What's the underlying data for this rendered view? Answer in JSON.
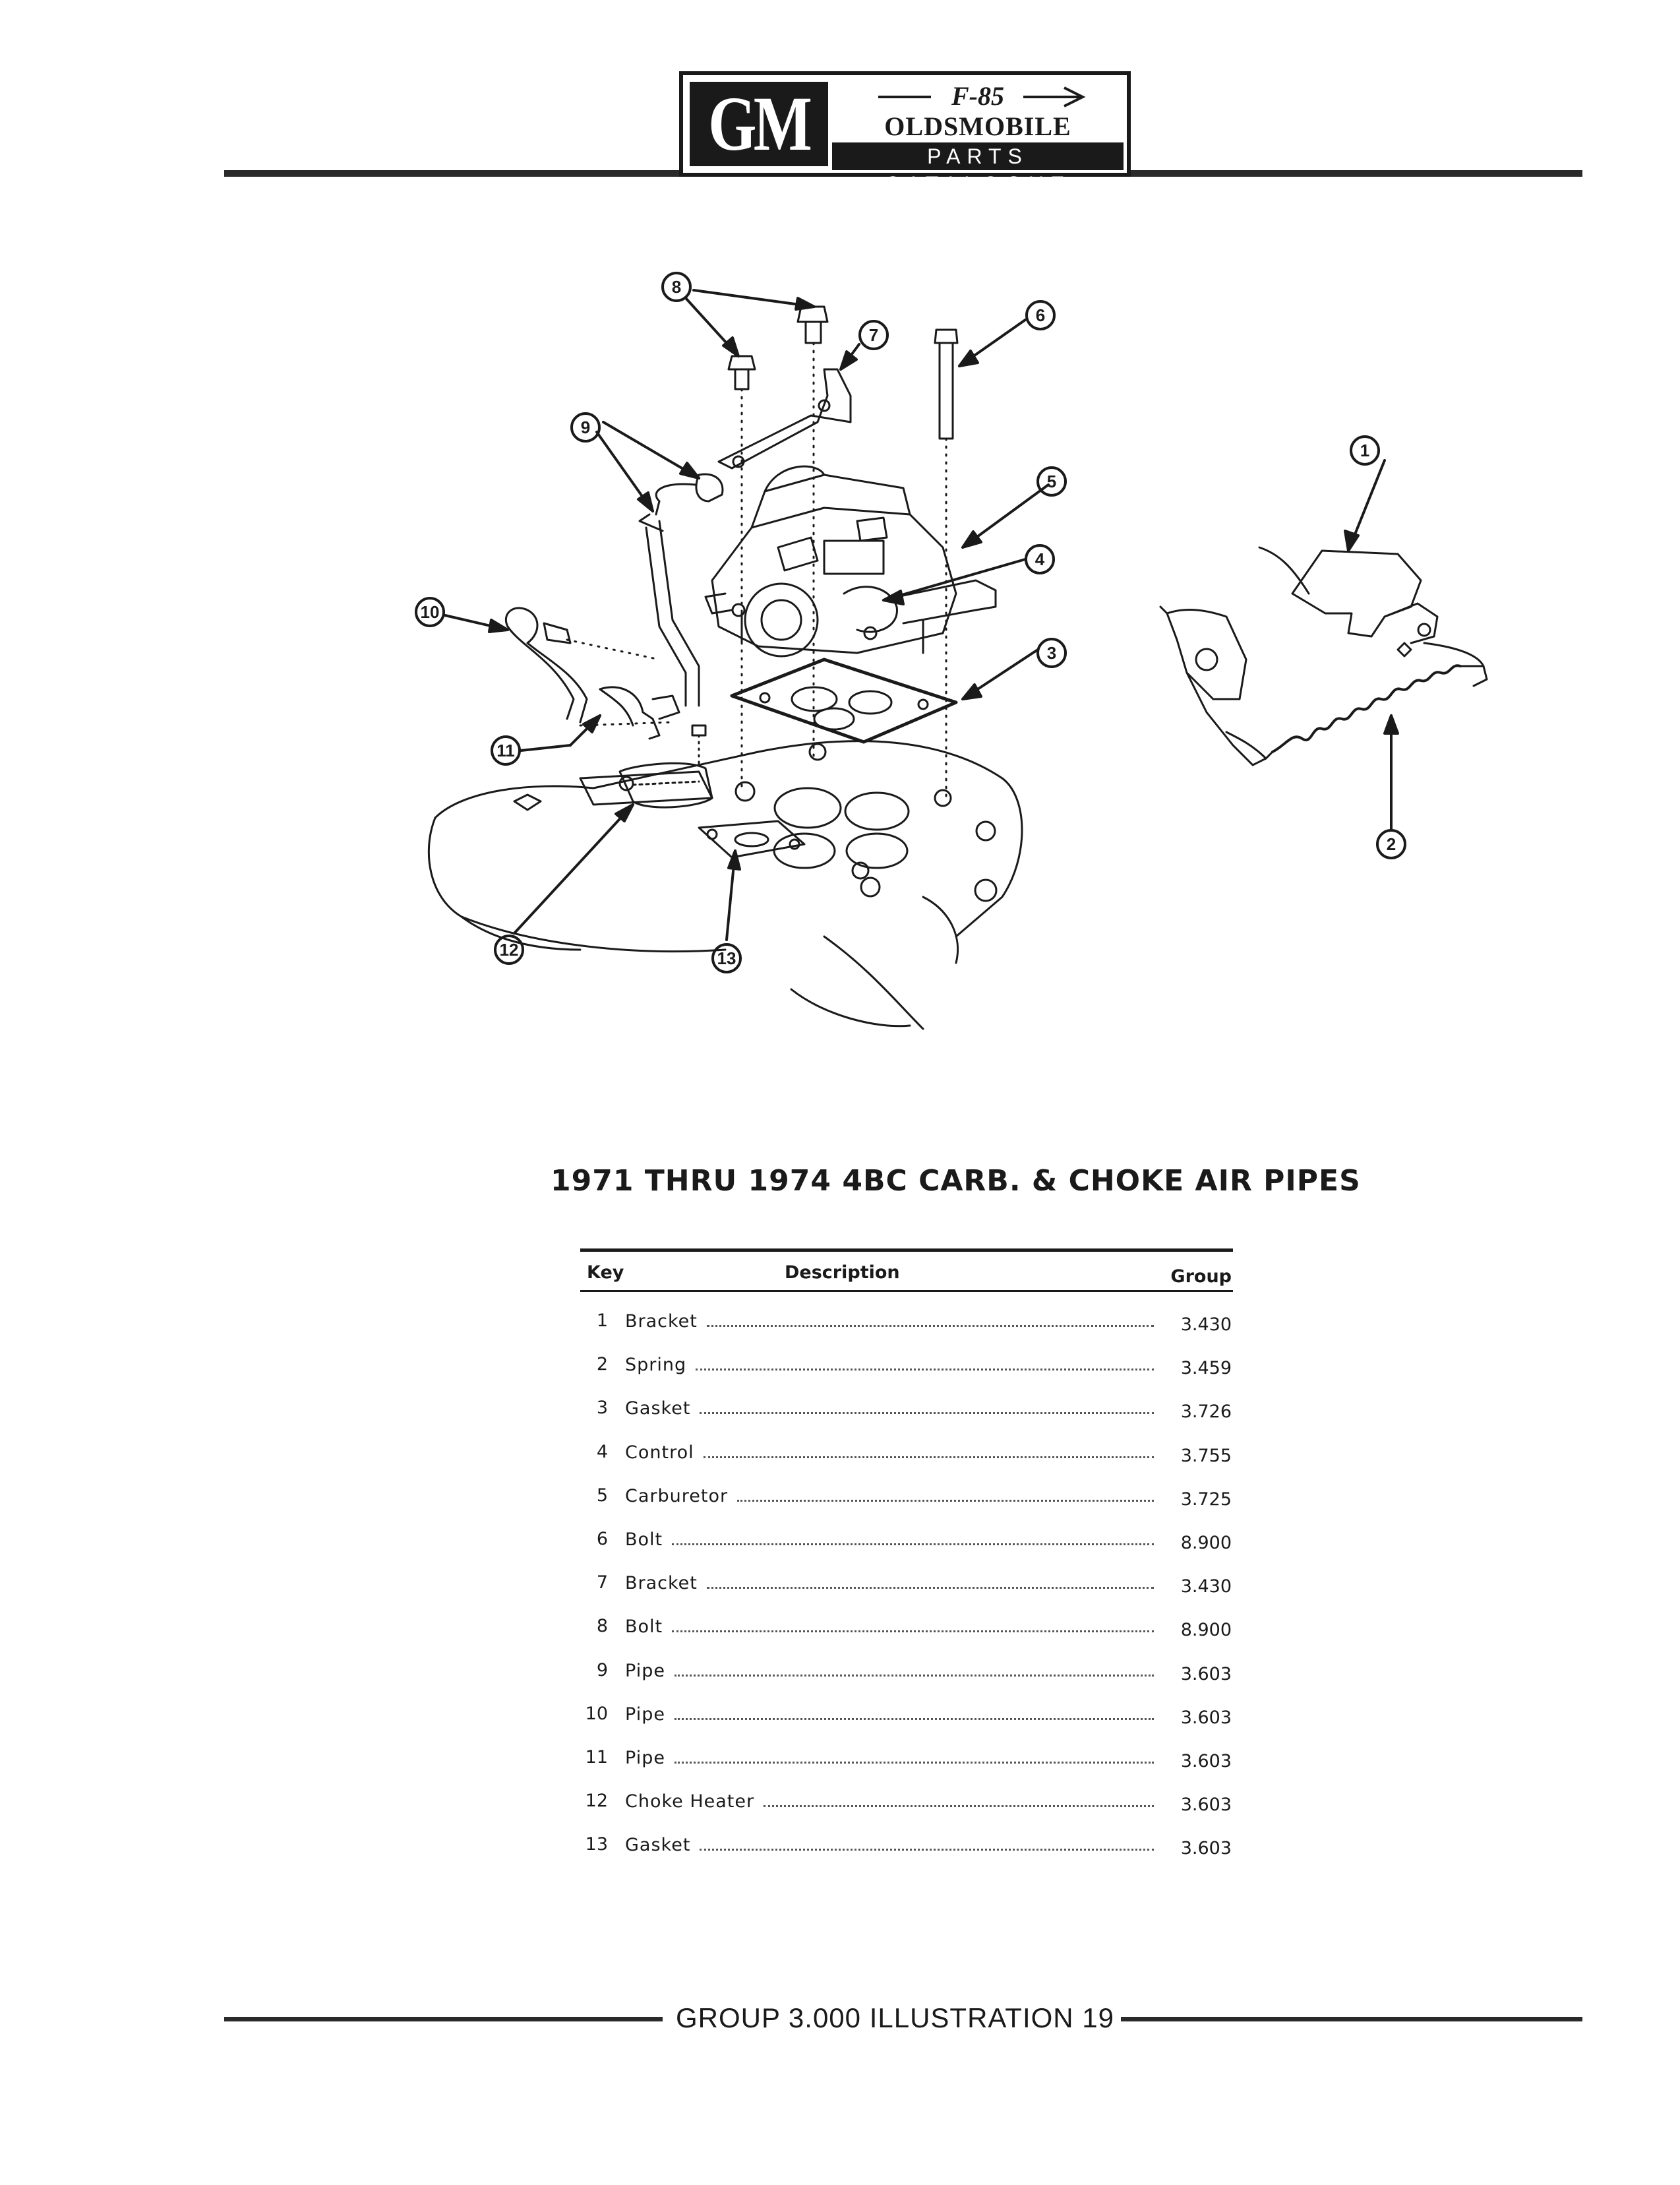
{
  "header": {
    "logo_mark": "GM",
    "model": "F-85",
    "brand": "OLDSMOBILE",
    "subtitle": "PARTS CATALOGUE"
  },
  "illustration": {
    "callouts": [
      "1",
      "2",
      "3",
      "4",
      "5",
      "6",
      "7",
      "8",
      "9",
      "10",
      "11",
      "12",
      "13"
    ]
  },
  "title": "1971 THRU 1974 4BC CARB. & CHOKE AIR PIPES",
  "table": {
    "headers": {
      "key": "Key",
      "description": "Description",
      "group": "Group"
    },
    "rows": [
      {
        "key": "1",
        "description": "Bracket",
        "group": "3.430"
      },
      {
        "key": "2",
        "description": "Spring",
        "group": "3.459"
      },
      {
        "key": "3",
        "description": "Gasket",
        "group": "3.726"
      },
      {
        "key": "4",
        "description": "Control",
        "group": "3.755"
      },
      {
        "key": "5",
        "description": "Carburetor",
        "group": "3.725"
      },
      {
        "key": "6",
        "description": "Bolt",
        "group": "8.900"
      },
      {
        "key": "7",
        "description": "Bracket",
        "group": "3.430"
      },
      {
        "key": "8",
        "description": "Bolt",
        "group": "8.900"
      },
      {
        "key": "9",
        "description": "Pipe",
        "group": "3.603"
      },
      {
        "key": "10",
        "description": "Pipe",
        "group": "3.603"
      },
      {
        "key": "11",
        "description": "Pipe",
        "group": "3.603"
      },
      {
        "key": "12",
        "description": "Choke Heater",
        "group": "3.603"
      },
      {
        "key": "13",
        "description": "Gasket",
        "group": "3.603"
      }
    ]
  },
  "footer": "GROUP 3.000 ILLUSTRATION 19"
}
